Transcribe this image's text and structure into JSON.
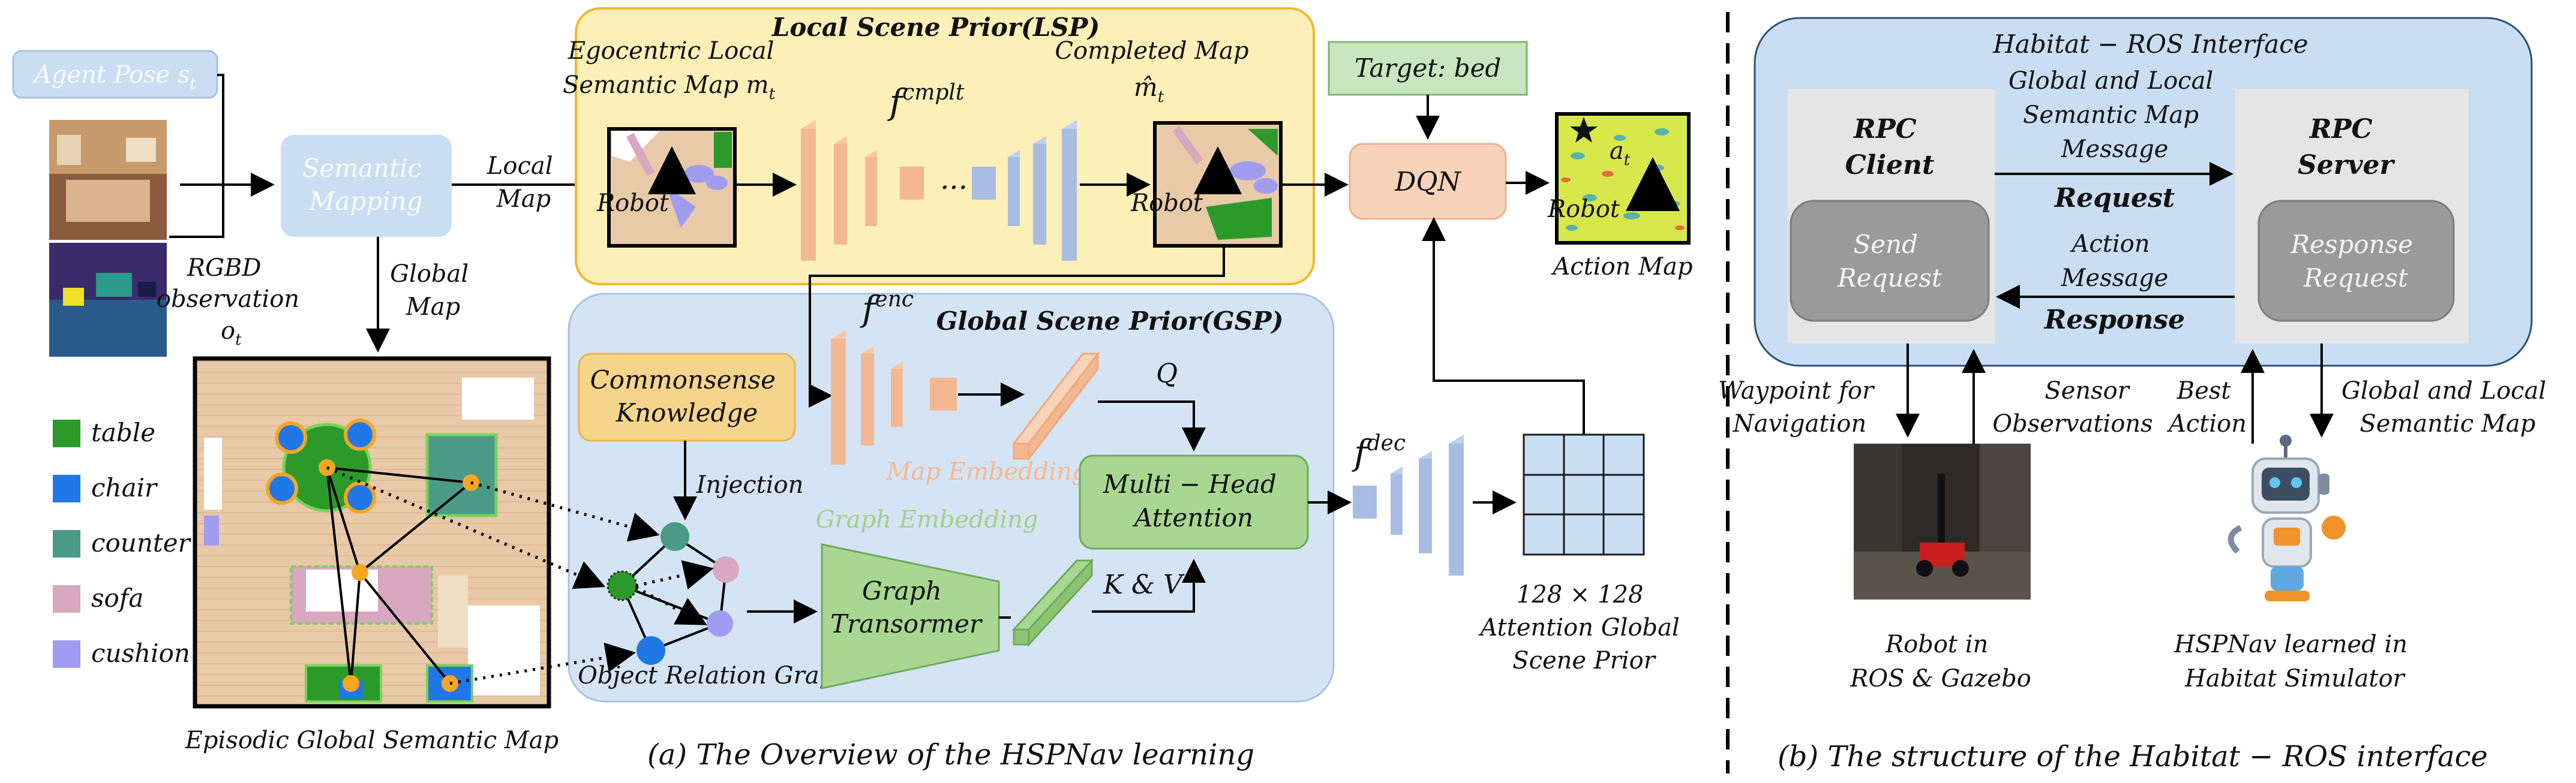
{
  "left": {
    "agent_pose": "Agent Pose s",
    "agent_pose_sub": "t",
    "semantic_mapping": [
      "Semantic",
      "Mapping"
    ],
    "rgbd": [
      "RGBD",
      "observation"
    ],
    "rgbd_var": "o",
    "rgbd_var_sub": "t",
    "local_map": [
      "Local",
      "Map"
    ],
    "global_map": [
      "Global",
      "Map"
    ],
    "legend": [
      {
        "label": "table",
        "color": "#2b9a2b"
      },
      {
        "label": "chair",
        "color": "#2277e6"
      },
      {
        "label": "counter",
        "color": "#4b9a86"
      },
      {
        "label": "sofa",
        "color": "#d7a8c0"
      },
      {
        "label": "cushion",
        "color": "#a09cf0"
      }
    ],
    "episodic_map_caption": "Episodic Global Semantic Map"
  },
  "lsp": {
    "title": "Local Scene Prior(LSP)",
    "ego_map_label": [
      "Egocentric Local",
      "Semantic Map m"
    ],
    "ego_map_sub": "t",
    "f_cmplt": "f",
    "f_cmplt_sup": "cmplt",
    "dots": "...",
    "completed_map_label": "Completed Map",
    "completed_map_var": "m̂",
    "completed_map_sub": "t",
    "robot_label": "Robot"
  },
  "target": "Target: bed",
  "dqn": "DQN",
  "action_map": {
    "label": "Action Map",
    "var": "a",
    "var_sub": "t",
    "robot_label": "Robot"
  },
  "gsp": {
    "title": "Global Scene Prior(GSP)",
    "f_enc": "f",
    "f_enc_sup": "enc",
    "commonsense": [
      "Commonsense",
      "Knowledge"
    ],
    "injection": "Injection",
    "map_embedding": "Map Embedding",
    "graph_embedding": "Graph Embedding",
    "q_label": "Q",
    "mha": [
      "Multi − Head",
      "Attention"
    ],
    "graph_transformer": [
      "Graph",
      "Transormer"
    ],
    "kv_label": "K & V",
    "object_relation_graph": "Object Relation Graph",
    "f_dec": "f",
    "f_dec_sup": "dec",
    "attention_label": [
      "128 × 128",
      "Attention Global",
      "Scene Prior"
    ]
  },
  "caption_a": "(a) The Overview of the HSPNav learning",
  "interface": {
    "title": "Habitat − ROS Interface",
    "rpc_client": [
      "RPC",
      "Client"
    ],
    "rpc_server": [
      "RPC",
      "Server"
    ],
    "send_request": [
      "Send",
      "Request"
    ],
    "response_request": [
      "Response",
      "Request"
    ],
    "msg_top": [
      "Global and Local",
      "Semantic Map",
      "Message"
    ],
    "request": "Request",
    "msg_bottom": [
      "Action",
      "Message"
    ],
    "response": "Response",
    "waypoint": [
      "Waypoint for",
      "Navigation"
    ],
    "sensor": [
      "Sensor",
      "Observations"
    ],
    "best_action": [
      "Best",
      "Action"
    ],
    "global_local_map": [
      "Global and Local",
      "Semantic Map"
    ],
    "robot_caption": [
      "Robot in",
      "ROS & Gazebo"
    ],
    "hspnav_caption": [
      "HSPNav learned in",
      "Habitat Simulator"
    ]
  },
  "caption_b": "(b) The structure of the Habitat − ROS interface",
  "colors": {
    "lsp_bg": "#fcefb8",
    "lsp_border": "#f0b92d",
    "gsp_bg": "#d5e4f4",
    "box_blue": "#c9def2",
    "dqn": "#f8d3ba",
    "mha": "#a8d792",
    "target": "#c8e6c0",
    "commonsense": "#f5d48c"
  }
}
